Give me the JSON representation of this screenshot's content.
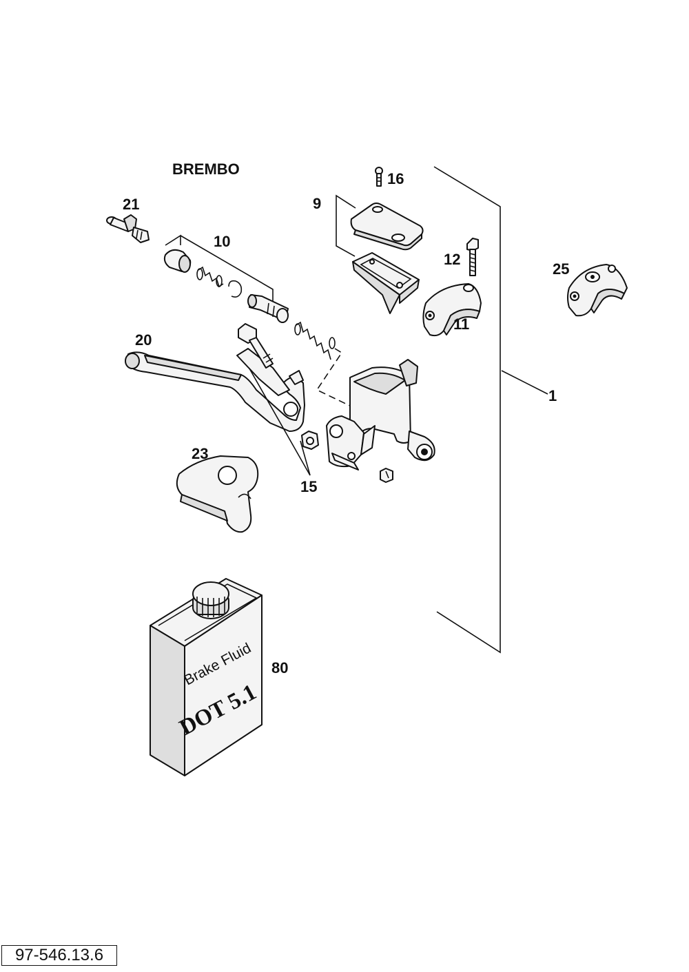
{
  "title": "BREMBO",
  "callouts": {
    "c1": "1",
    "c9": "9",
    "c10": "10",
    "c11": "11",
    "c12": "12",
    "c15": "15",
    "c16": "16",
    "c20": "20",
    "c21": "21",
    "c23": "23",
    "c25": "25",
    "c80": "80"
  },
  "fluid_can": {
    "line1": "Brake Fluid",
    "line2": "DOT 5.1"
  },
  "document_number": "97-546.13.6"
}
